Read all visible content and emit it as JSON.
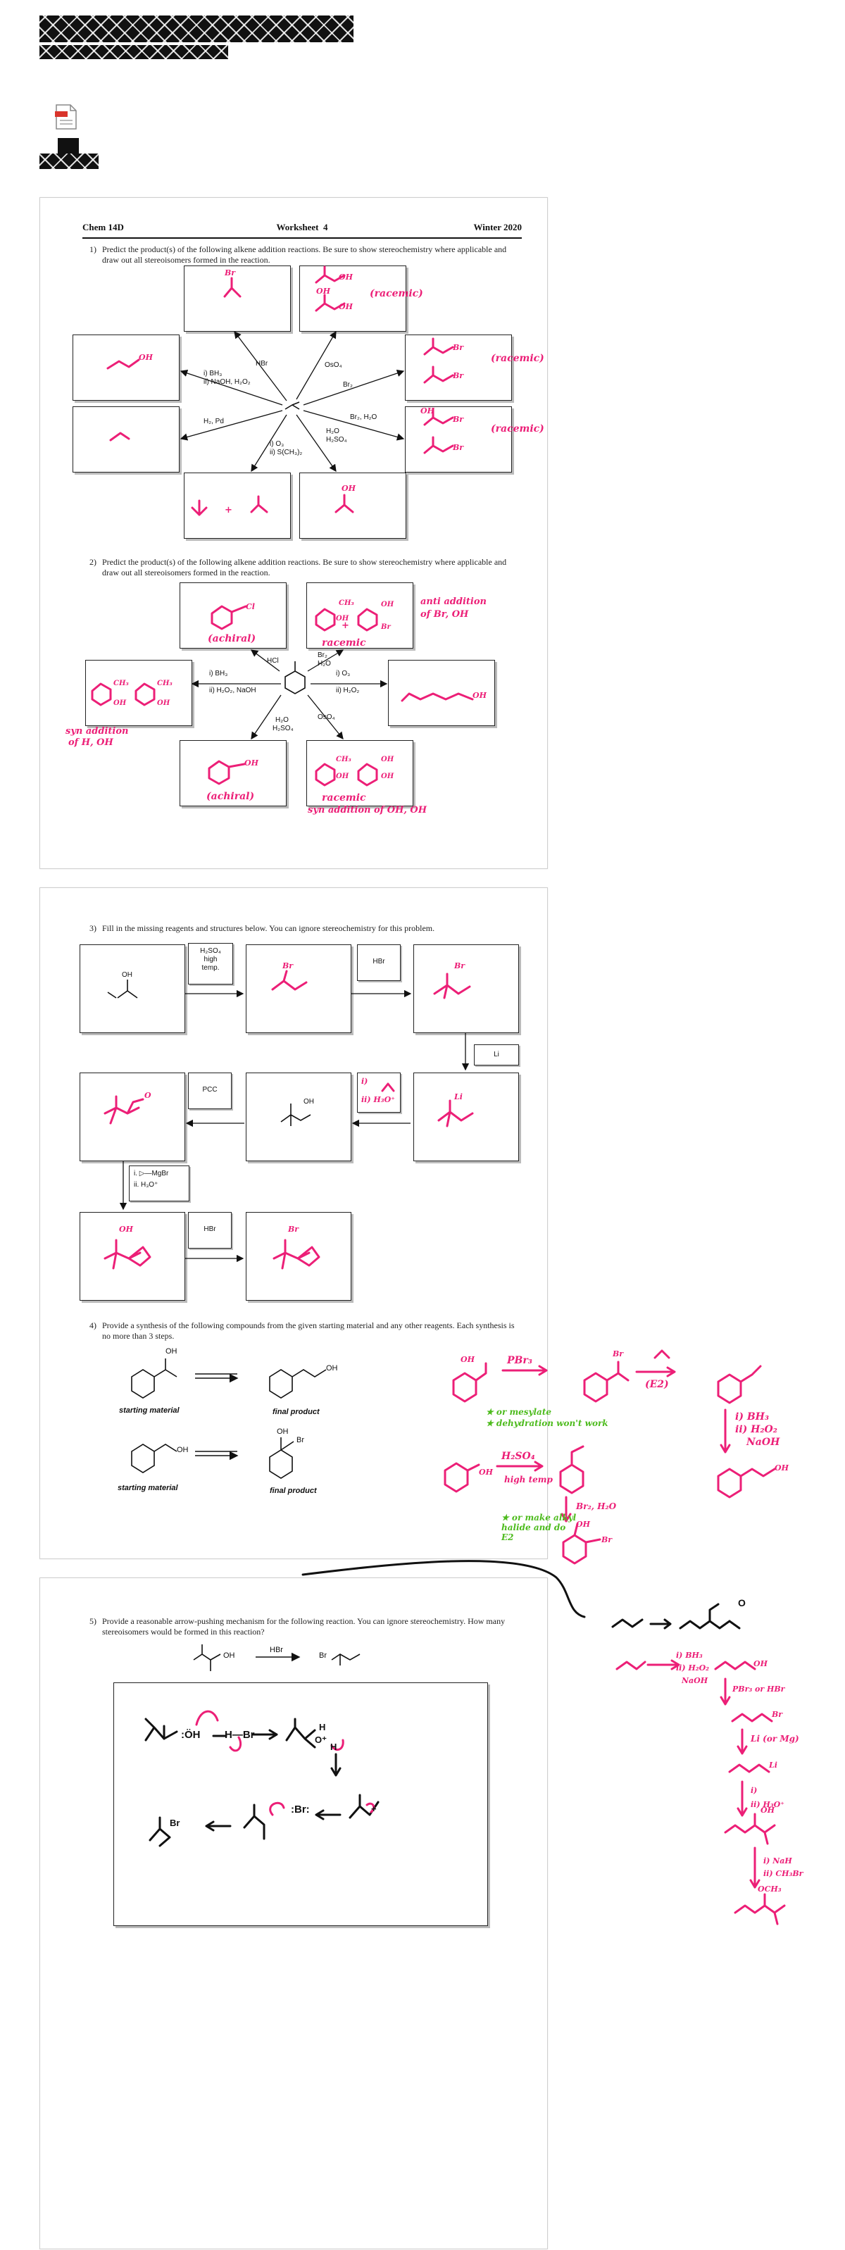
{
  "header": {
    "course": "Chem 14D",
    "worksheet_label": "Worksheet",
    "worksheet_number": "4",
    "term": "Winter 2020"
  },
  "questions": [
    {
      "number": "1)",
      "text": "Predict the product(s) of the following alkene addition reactions. Be sure to show stereochemistry where applicable and draw out all stereoisomers formed in the reaction."
    },
    {
      "number": "2)",
      "text": "Predict the product(s) of the following alkene addition reactions. Be sure to show stereochemistry where applicable and draw out all stereoisomers formed in the reaction."
    },
    {
      "number": "3)",
      "text": "Fill in the missing reagents and structures below. You can ignore stereochemistry for this problem."
    },
    {
      "number": "4)",
      "text": "Provide a synthesis of the following compounds from the given starting material and any other reagents. Each synthesis is no more than 3 steps."
    },
    {
      "number": "5)",
      "text": "Provide a reasonable arrow-pushing mechanism for the following reaction. You can ignore stereochemistry. How many stereoisomers would be formed in this reaction?"
    }
  ],
  "q1_reagents": {
    "hbr": "HBr",
    "oso4": "OsO₄",
    "br2": "Br₂",
    "br2h2o": "Br₂, H₂O",
    "h2o": "H₂O",
    "h2so4": "H₂SO₄",
    "o3_1": "i) O₃",
    "o3_2": "ii) S(CH₃)₂",
    "h2pd": "H₂, Pd",
    "bh3_1": "i) BH₃",
    "bh3_2": "ii) NaOH, H₂O₂"
  },
  "q2_reagents": {
    "hcl": "HCl",
    "br2": "Br₂",
    "h2o": "H₂O",
    "o3_1": "i) O₃",
    "o3_2": "ii) H₂O₂",
    "bh3_1": "i) BH₃",
    "bh3_2": "ii) H₂O₂, NaOH",
    "h2o2": "H₂O",
    "h2so4": "H₂SO₄",
    "oso4": "OsO₄"
  },
  "q3_reagents": {
    "r1_1": "H₂SO₄",
    "r1_2": "high",
    "r1_3": "temp.",
    "r2": "HBr",
    "r3": "Li",
    "r4": "PCC",
    "r6_1": "i.",
    "r6_mg": "MgBr",
    "r6_2": "ii. H₃O⁺",
    "r7": "HBr",
    "oh": "OH"
  },
  "q4_labels": {
    "start1": "starting material",
    "final1": "final product",
    "start2": "starting material",
    "final2": "final product",
    "oh": "OH",
    "br": "Br"
  },
  "q5_labels": {
    "hbr": "HBr",
    "oh": "OH",
    "br": "Br"
  },
  "handwriting": {
    "racemic": "(racemic)",
    "achiral": "(achiral)",
    "racemic2": "racemic",
    "anti_addition": "anti addition",
    "of_br2_oh": "of Br, OH",
    "syn_addition": "syn addition",
    "of_h_oh": "of H, OH",
    "racemic3": "racemic",
    "syn_addition_oh": "syn addition of OH, OH",
    "pbr3": "PBr₃",
    "e2": "(E2)",
    "bh3_1": "i) BH₃",
    "bh3_2": "ii) H₂O₂",
    "bh3_3": "NaOH",
    "green1": "★ or mesylate",
    "green2": "★ dehydration won't work",
    "h2so4": "H₂SO₄",
    "high_temp": "high temp",
    "br2h2o": "Br₂, H₂O",
    "green3": "★ or make alkyl halide and do E2",
    "side_bh3": "i) BH₃ ii) H₂O₂ NaOH",
    "pbr3_hbr": "PBr₃ or HBr",
    "li_mg": "Li (or Mg)",
    "ii_h3o": "ii) H₃O⁺",
    "nah": "i) NaH",
    "ch3br": "ii) CH₃Br",
    "och3": "OCH₃"
  }
}
